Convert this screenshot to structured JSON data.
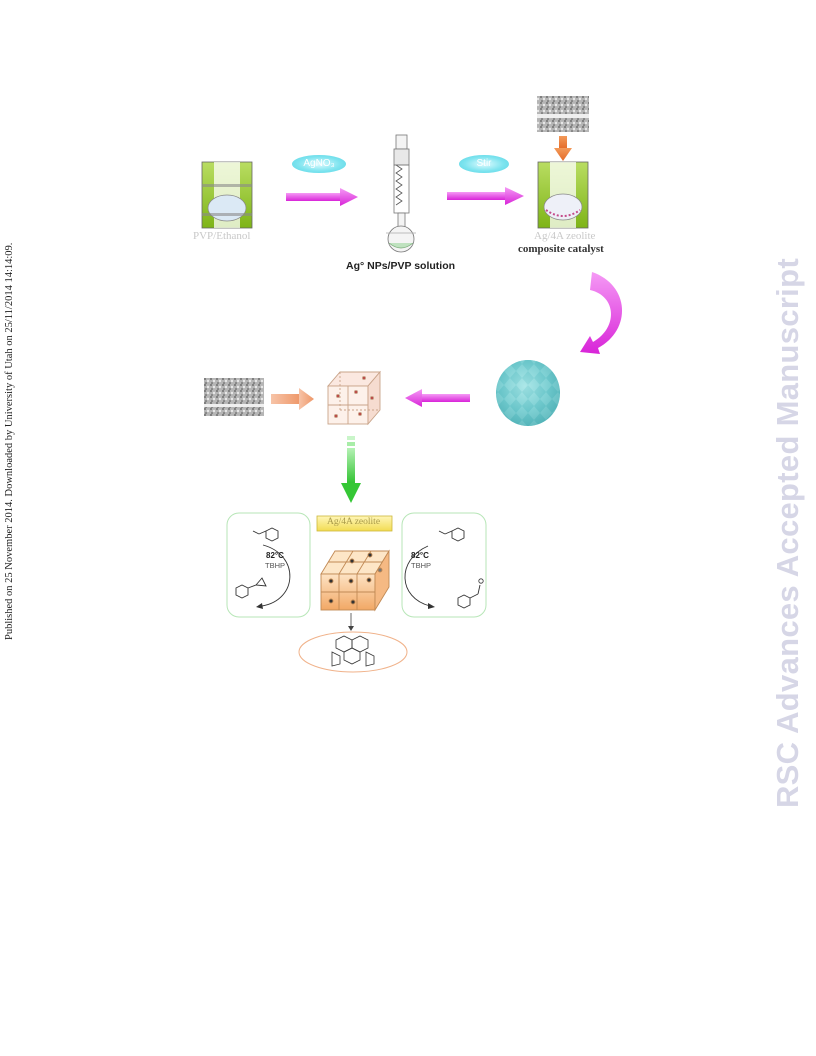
{
  "side_note": "Published on 25 November 2014. Downloaded by University of Utah on 25/11/2014 14:14:09.",
  "watermark": "RSC Advances Accepted Manuscript",
  "step1": {
    "label": "PVP/Ethanol"
  },
  "step2": {
    "reagent": "AgNO₃",
    "label": "Ag° NPs/PVP solution"
  },
  "step3": {
    "reagent": "Stir",
    "label_line1": "Ag/4A zeolite",
    "label_line2": "composite catalyst"
  },
  "catalyst_box": {
    "title": "Ag/4A zeolite"
  },
  "left_reaction": {
    "temperature": "82°C",
    "oxidant": "TBHP"
  },
  "right_reaction": {
    "temperature": "82°C",
    "oxidant": "TBHP"
  },
  "colors": {
    "magenta_arrow": "#e43fe4",
    "green_flask": "#8dc21f",
    "cyan_pill": "#6fdfec",
    "orange_arrow": "#f1a074",
    "green_arrow": "#3fcf3f",
    "zeolite_orange": "#f5b77a",
    "watermark": "#d6d6e6"
  }
}
